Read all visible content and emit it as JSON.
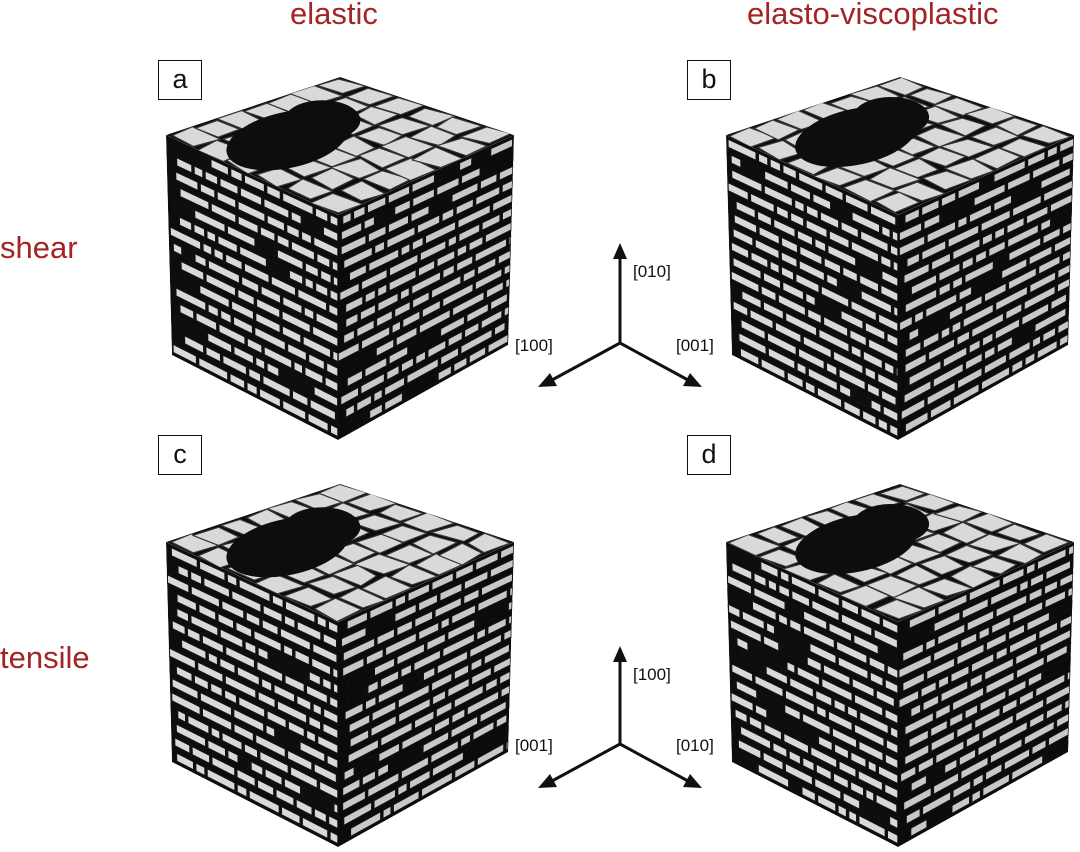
{
  "columns": {
    "left_title": "elastic",
    "right_title": "elasto-viscoplastic"
  },
  "rows": {
    "top_label": "shear",
    "bottom_label": "tensile"
  },
  "panels": [
    {
      "id": "a",
      "label": "a"
    },
    {
      "id": "b",
      "label": "b"
    },
    {
      "id": "c",
      "label": "c"
    },
    {
      "id": "d",
      "label": "d"
    }
  ],
  "axes_top": {
    "up": "[010]",
    "left": "[100]",
    "right": "[001]"
  },
  "axes_bottom": {
    "up": "[100]",
    "left": "[001]",
    "right": "[010]"
  },
  "colors": {
    "title_red": "#a32424",
    "phase_dark": "#0d0d0d",
    "phase_light": "#d9d9d9"
  }
}
